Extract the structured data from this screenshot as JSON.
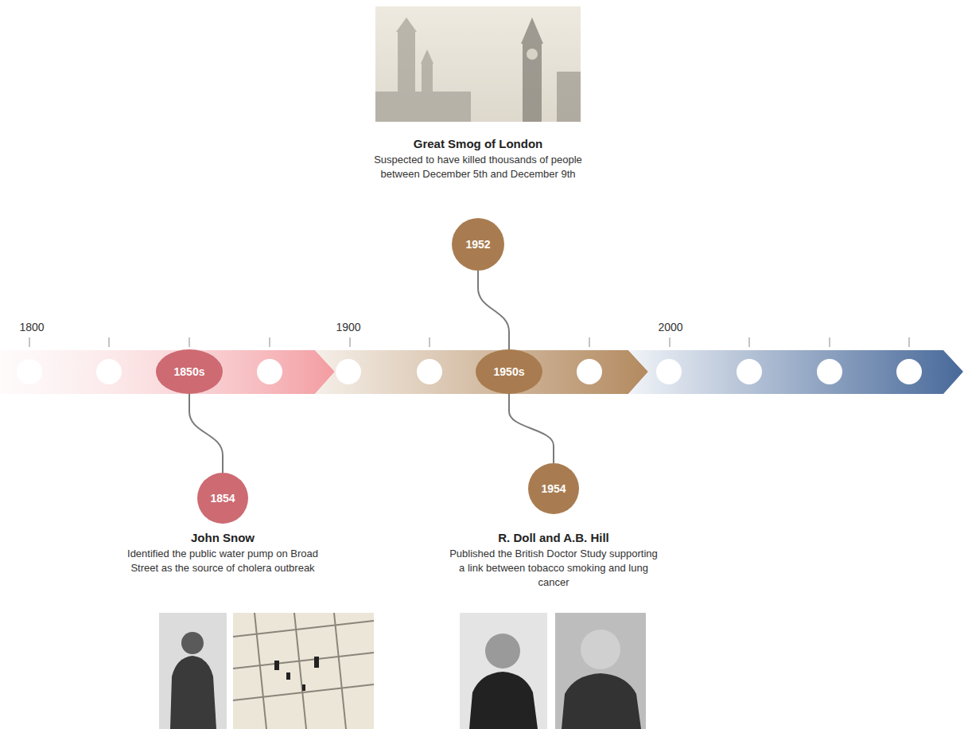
{
  "diagram": {
    "nodes": [
      {
        "text": [
          "1952"
        ]
      },
      {
        "text": [
          "1850s"
        ]
      },
      {
        "text": [
          "1950s"
        ]
      },
      {
        "text": [
          "1854"
        ]
      },
      {
        "text": [
          "1954"
        ]
      }
    ],
    "edges": [
      {
        "from": 0,
        "to": 2,
        "arrow": "none"
      },
      {
        "from": 1,
        "to": 3,
        "arrow": "none"
      },
      {
        "from": 2,
        "to": 4,
        "arrow": "none"
      }
    ],
    "labels": [
      "1800",
      "1900",
      "2000",
      "Great Smog of London",
      "Suspected to have killed thousands of people between December 5th and December 9th",
      "John Snow",
      "Identified the public water pump on Broad Street as the source of cholera outbreak",
      "R. Doll and A.B. Hill",
      "Published the British Doctor Study supporting a link between tobacco smoking and lung cancer"
    ]
  }
}
